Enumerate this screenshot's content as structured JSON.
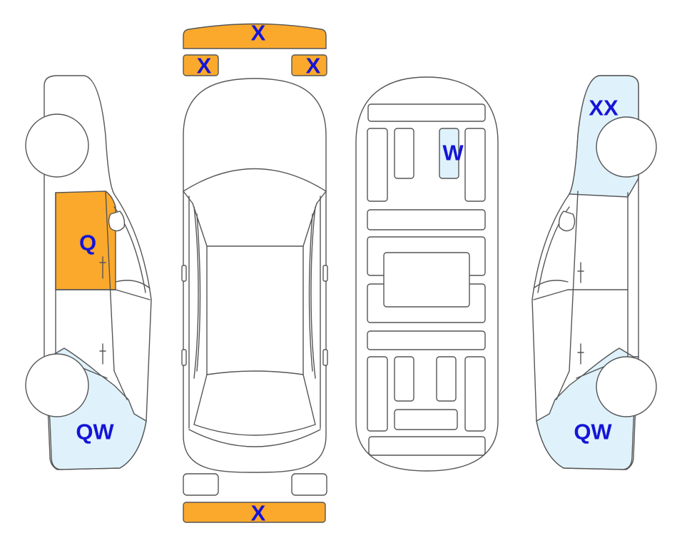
{
  "colors": {
    "damage_orange": "#fba92c",
    "damage_blue": "#dff2fb",
    "label_blue": "#1515d6",
    "outline": "#555555"
  },
  "labels": {
    "front_bumper": "X",
    "front_left_light": "X",
    "front_right_light": "X",
    "rear_bumper": "X",
    "left_front_door": "Q",
    "left_rear_quarter": "QW",
    "underbody_panel": "W",
    "right_front_fender": "XX",
    "right_rear_quarter": "QW"
  }
}
